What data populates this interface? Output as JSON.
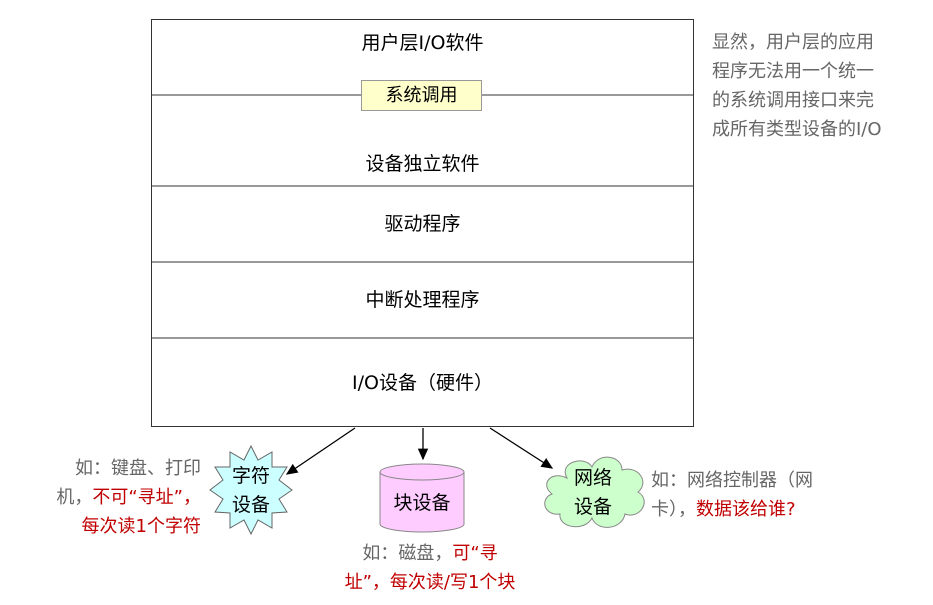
{
  "layers": {
    "user_io": "用户层I/O软件",
    "syscall": "系统调用",
    "dev_independent": "设备独立软件",
    "driver": "驱动程序",
    "interrupt": "中断处理程序",
    "hardware": "I/O设备（硬件）"
  },
  "note": {
    "lines": [
      "显然，用户层的应用",
      "程序无法用一个统一",
      "的系统调用接口来完",
      "成所有类型设备的I/O"
    ]
  },
  "devices": {
    "char": {
      "line1": "字符",
      "line2": "设备"
    },
    "block": {
      "label": "块设备"
    },
    "network": {
      "line1": "网络",
      "line2": "设备"
    }
  },
  "annotations": {
    "char": {
      "line1": "如：键盘、打印",
      "line2_grey": "机，",
      "line2_red": "不可“寻址”，",
      "line3": "每次读1个字符"
    },
    "block": {
      "line1_grey": "如：磁盘，",
      "line1_red": "可“寻",
      "line2": "址”，每次读/写1个块"
    },
    "network": {
      "line1": "如：网络控制器（网",
      "line2_grey": "卡），",
      "line2_red": "数据该给谁?"
    }
  },
  "colors": {
    "syscall_fill": "#ffffcc",
    "char_fill": "#ccffff",
    "block_fill": "#ffccff",
    "network_fill": "#ccffcc",
    "highlight": "#c00000",
    "note_text": "#666666"
  }
}
